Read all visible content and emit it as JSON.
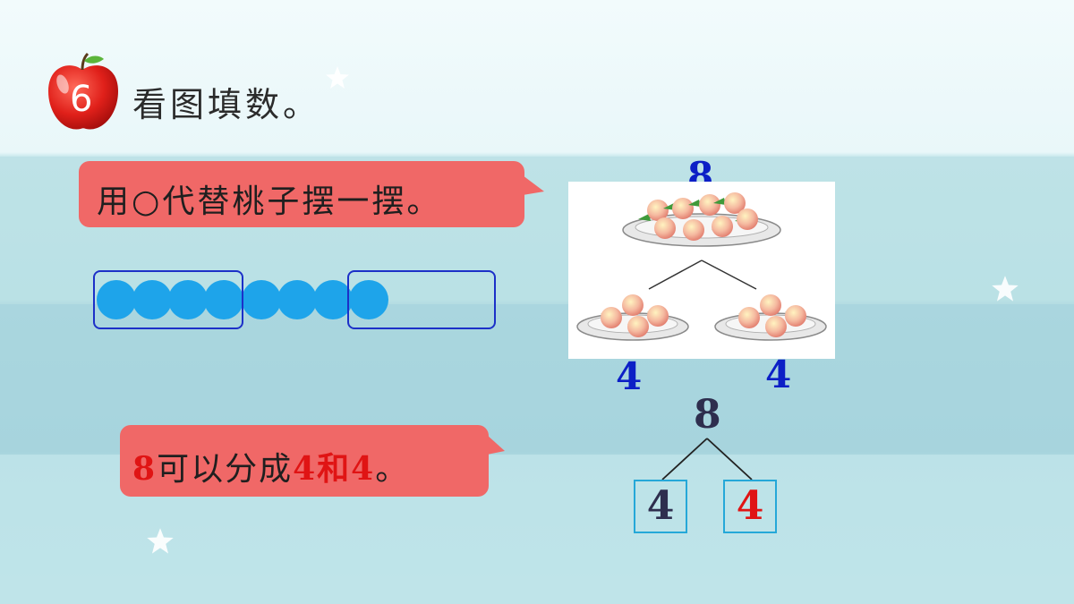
{
  "header": {
    "badge_number": "6",
    "title": "看图填数。"
  },
  "bubble_top": {
    "text": "用○代替桃子摆一摆。"
  },
  "dots_model": {
    "total_dots": 8,
    "group_sizes": [
      4,
      4
    ],
    "dot_color": "#1ea4ea",
    "frame_color": "#1c30c8"
  },
  "picture": {
    "top_number": "8",
    "left_number": "4",
    "right_number": "4",
    "number_color": "#0c1fc6"
  },
  "bubble_bottom": {
    "part1": "8",
    "part2": "可以分成",
    "part3": "4",
    "part4": "和",
    "part5": "4",
    "part6": "。"
  },
  "number_tree": {
    "whole": "8",
    "left": "4",
    "right": "4",
    "left_color": "#2e2e4e",
    "right_color": "#e01414"
  },
  "colors": {
    "bubble": "#f06867",
    "accent_red": "#e01414"
  }
}
